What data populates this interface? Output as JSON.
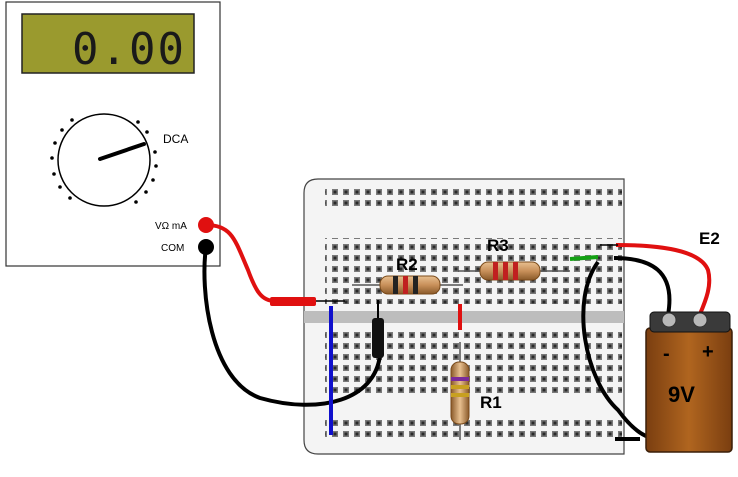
{
  "meter": {
    "display": "0.00",
    "range": "DCA",
    "jack_vma": "VΩ mA",
    "jack_com": "COM"
  },
  "labels": {
    "r1": "R1",
    "r2": "R2",
    "r3": "R3",
    "e2": "E2",
    "battery_voltage": "9V",
    "battery_minus": "-",
    "battery_plus": "+"
  },
  "colors": {
    "lcd": "#9a9a2e",
    "breadboard": "#f2f2f2",
    "red_wire": "#e01010",
    "black_wire": "#000000",
    "blue_wire": "#1010cc",
    "green_wire": "#12a012",
    "resistor_body": "#c8905a",
    "battery_body": "#a0591a"
  },
  "resistors": {
    "r1_bands": [
      "#7a2a9a",
      "#c8a020",
      "#c8a020"
    ],
    "r2_bands": [
      "#222222",
      "#c02020",
      "#222222"
    ],
    "r3_bands": [
      "#c02020",
      "#c02020",
      "#c02020"
    ]
  }
}
